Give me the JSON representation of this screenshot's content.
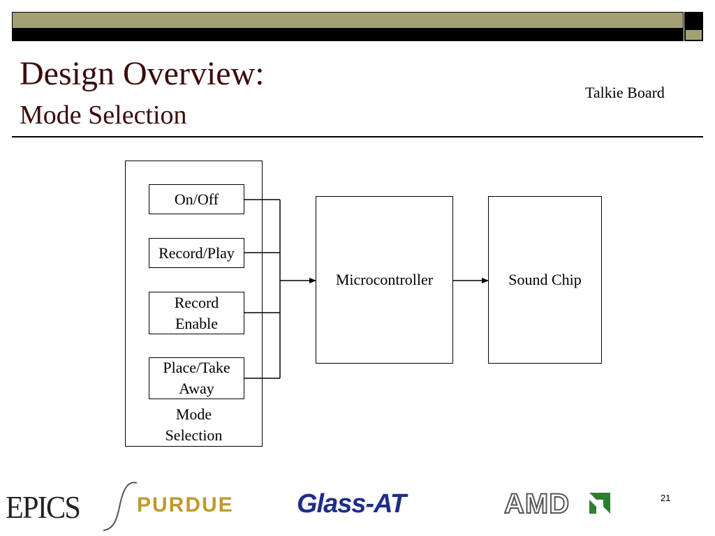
{
  "slide": {
    "title": "Design Overview:",
    "subtitle": "Mode Selection",
    "corner_label": "Talkie Board",
    "page_number": "21"
  },
  "diagram": {
    "group_label": [
      "Mode",
      "Selection"
    ],
    "inputs": [
      {
        "lines": [
          "On/Off"
        ]
      },
      {
        "lines": [
          "Record/Play"
        ]
      },
      {
        "lines": [
          "Record",
          "Enable"
        ]
      },
      {
        "lines": [
          "Place/Take",
          "Away"
        ]
      }
    ],
    "microcontroller": "Microcontroller",
    "sound_chip": "Sound Chip"
  },
  "footer": {
    "epics": "EPICS",
    "purdue": "PURDUE",
    "glass": "Glass-AT",
    "amd": "AMD"
  },
  "colors": {
    "header_olive": "#a3a074",
    "title_color": "#3c0a0a",
    "purdue_gold": "#c09a2a",
    "glass_blue": "#1d2d8a",
    "amd_green": "#2e7d32"
  }
}
